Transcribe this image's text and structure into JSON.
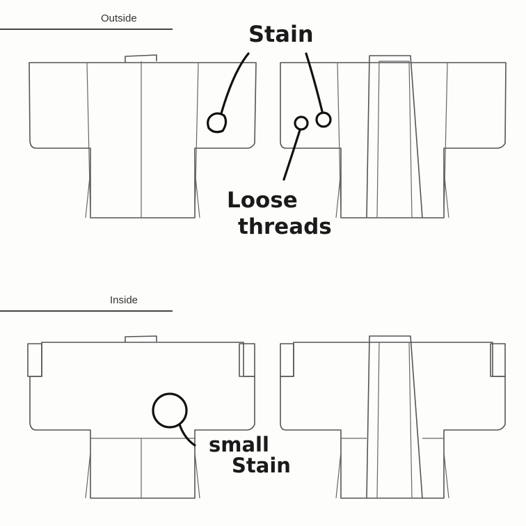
{
  "sections": {
    "outside_label": "Outside",
    "inside_label": "Inside"
  },
  "annotations": {
    "stain": "Stain",
    "loose_threads_line1": "Loose",
    "loose_threads_line2": "threads",
    "small_stain_line1": "small",
    "small_stain_line2": "Stain"
  },
  "colors": {
    "outline": "#555555",
    "ink": "#111111",
    "background": "#fdfdfb"
  }
}
